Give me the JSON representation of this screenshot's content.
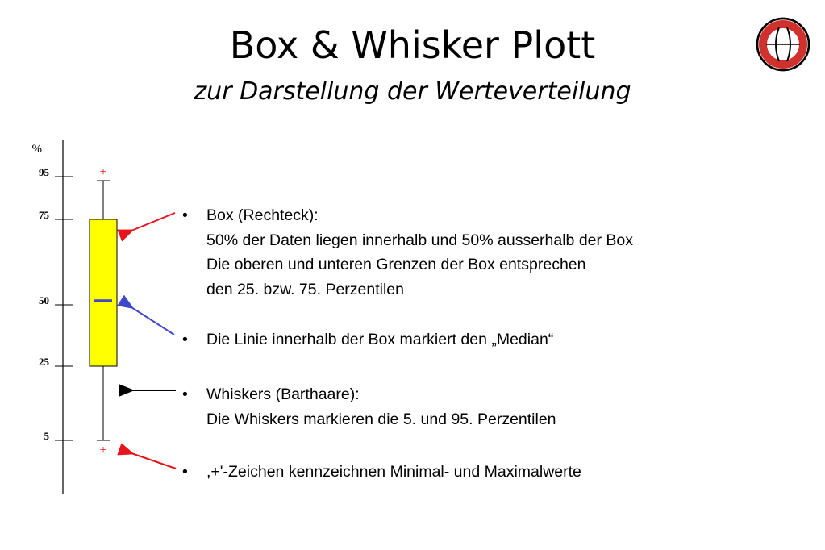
{
  "header": {
    "title": "Box & Whisker Plott",
    "subtitle": "zur Darstellung der Werteverteilung"
  },
  "logo": {
    "icon": "circular-emblem-icon",
    "colors": [
      "#d0312d",
      "#ffffff"
    ]
  },
  "diagram": {
    "unit_label": "%",
    "ticks": [
      {
        "label": "95",
        "value": 95
      },
      {
        "label": "75",
        "value": 75
      },
      {
        "label": "50",
        "value": 50
      },
      {
        "label": "25",
        "value": 25
      },
      {
        "label": "5",
        "value": 5
      }
    ],
    "box": {
      "q1": 25,
      "median": 50,
      "q3": 75,
      "whisker_low": 5,
      "whisker_high": 95
    },
    "extremes_symbol": "+",
    "colors": {
      "box_fill": "#ffff00",
      "median": "#3f48cc",
      "extremes": "#e8141b",
      "arrow_red": "#e8141b",
      "arrow_blue": "#3f48cc",
      "arrow_black": "#000000"
    }
  },
  "bullets": [
    {
      "lines": [
        "Box (Rechteck):",
        "50% der Daten liegen innerhalb und 50% ausserhalb der Box",
        "Die oberen und unteren Grenzen der Box entsprechen",
        "den 25. bzw. 75. Perzentilen"
      ]
    },
    {
      "lines": [
        "Die Linie innerhalb der Box markiert den „Median“"
      ]
    },
    {
      "lines": [
        "Whiskers (Barthaare):",
        "Die Whiskers markieren die 5. und 95. Perzentilen"
      ]
    },
    {
      "lines": [
        ",+'-Zeichen kennzeichnen Minimal- und Maximalwerte"
      ]
    }
  ],
  "bullet_symbol": "•"
}
